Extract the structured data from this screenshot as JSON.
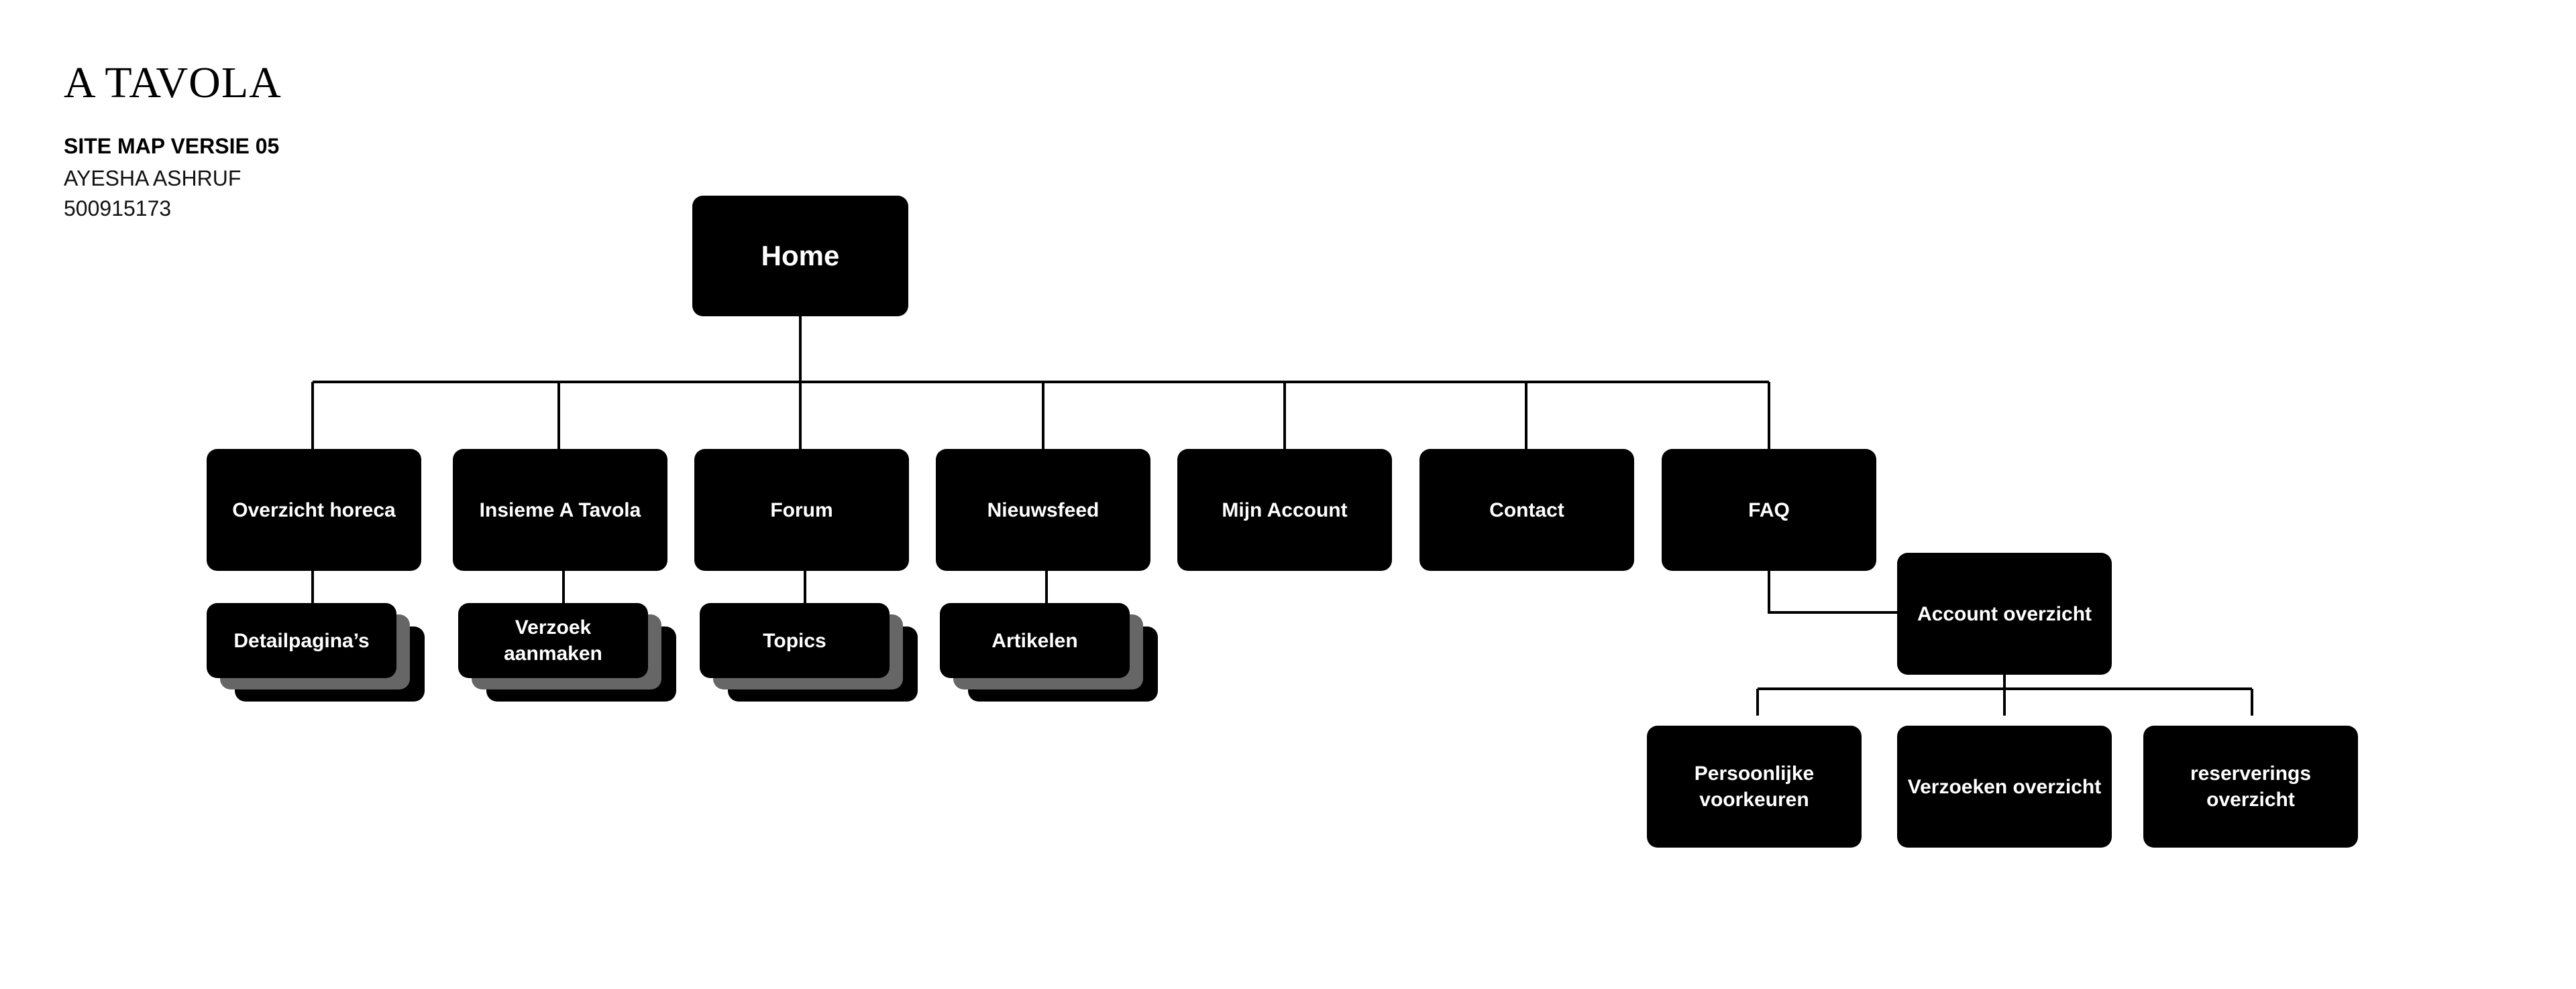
{
  "header": {
    "title": "A TAVOLA",
    "subtitle": "SITE MAP VERSIE 05",
    "author": "AYESHA ASHRUF",
    "student_id": "500915173"
  },
  "sitemap": {
    "home": "Home",
    "level1": {
      "overzicht_horeca": "Overzicht horeca",
      "insieme": "Insieme A Tavola",
      "forum": "Forum",
      "nieuwsfeed": "Nieuwsfeed",
      "mijn_account": "Mijn Account",
      "contact": "Contact",
      "faq": "FAQ"
    },
    "level2": {
      "detailpaginas": "Detailpagina’s",
      "verzoek_aanmaken": "Verzoek aanmaken",
      "topics": "Topics",
      "artikelen": "Artikelen",
      "account_overzicht": "Account overzicht"
    },
    "level3": {
      "persoonlijke_voorkeuren": "Persoonlijke voorkeuren",
      "verzoeken_overzicht": "Verzoeken overzicht",
      "reserverings_overzicht": "reserverings overzicht"
    }
  },
  "colors": {
    "node_fill": "#000000",
    "node_text": "#ffffff",
    "stack_shadow": "#666666",
    "connector": "#000000"
  }
}
